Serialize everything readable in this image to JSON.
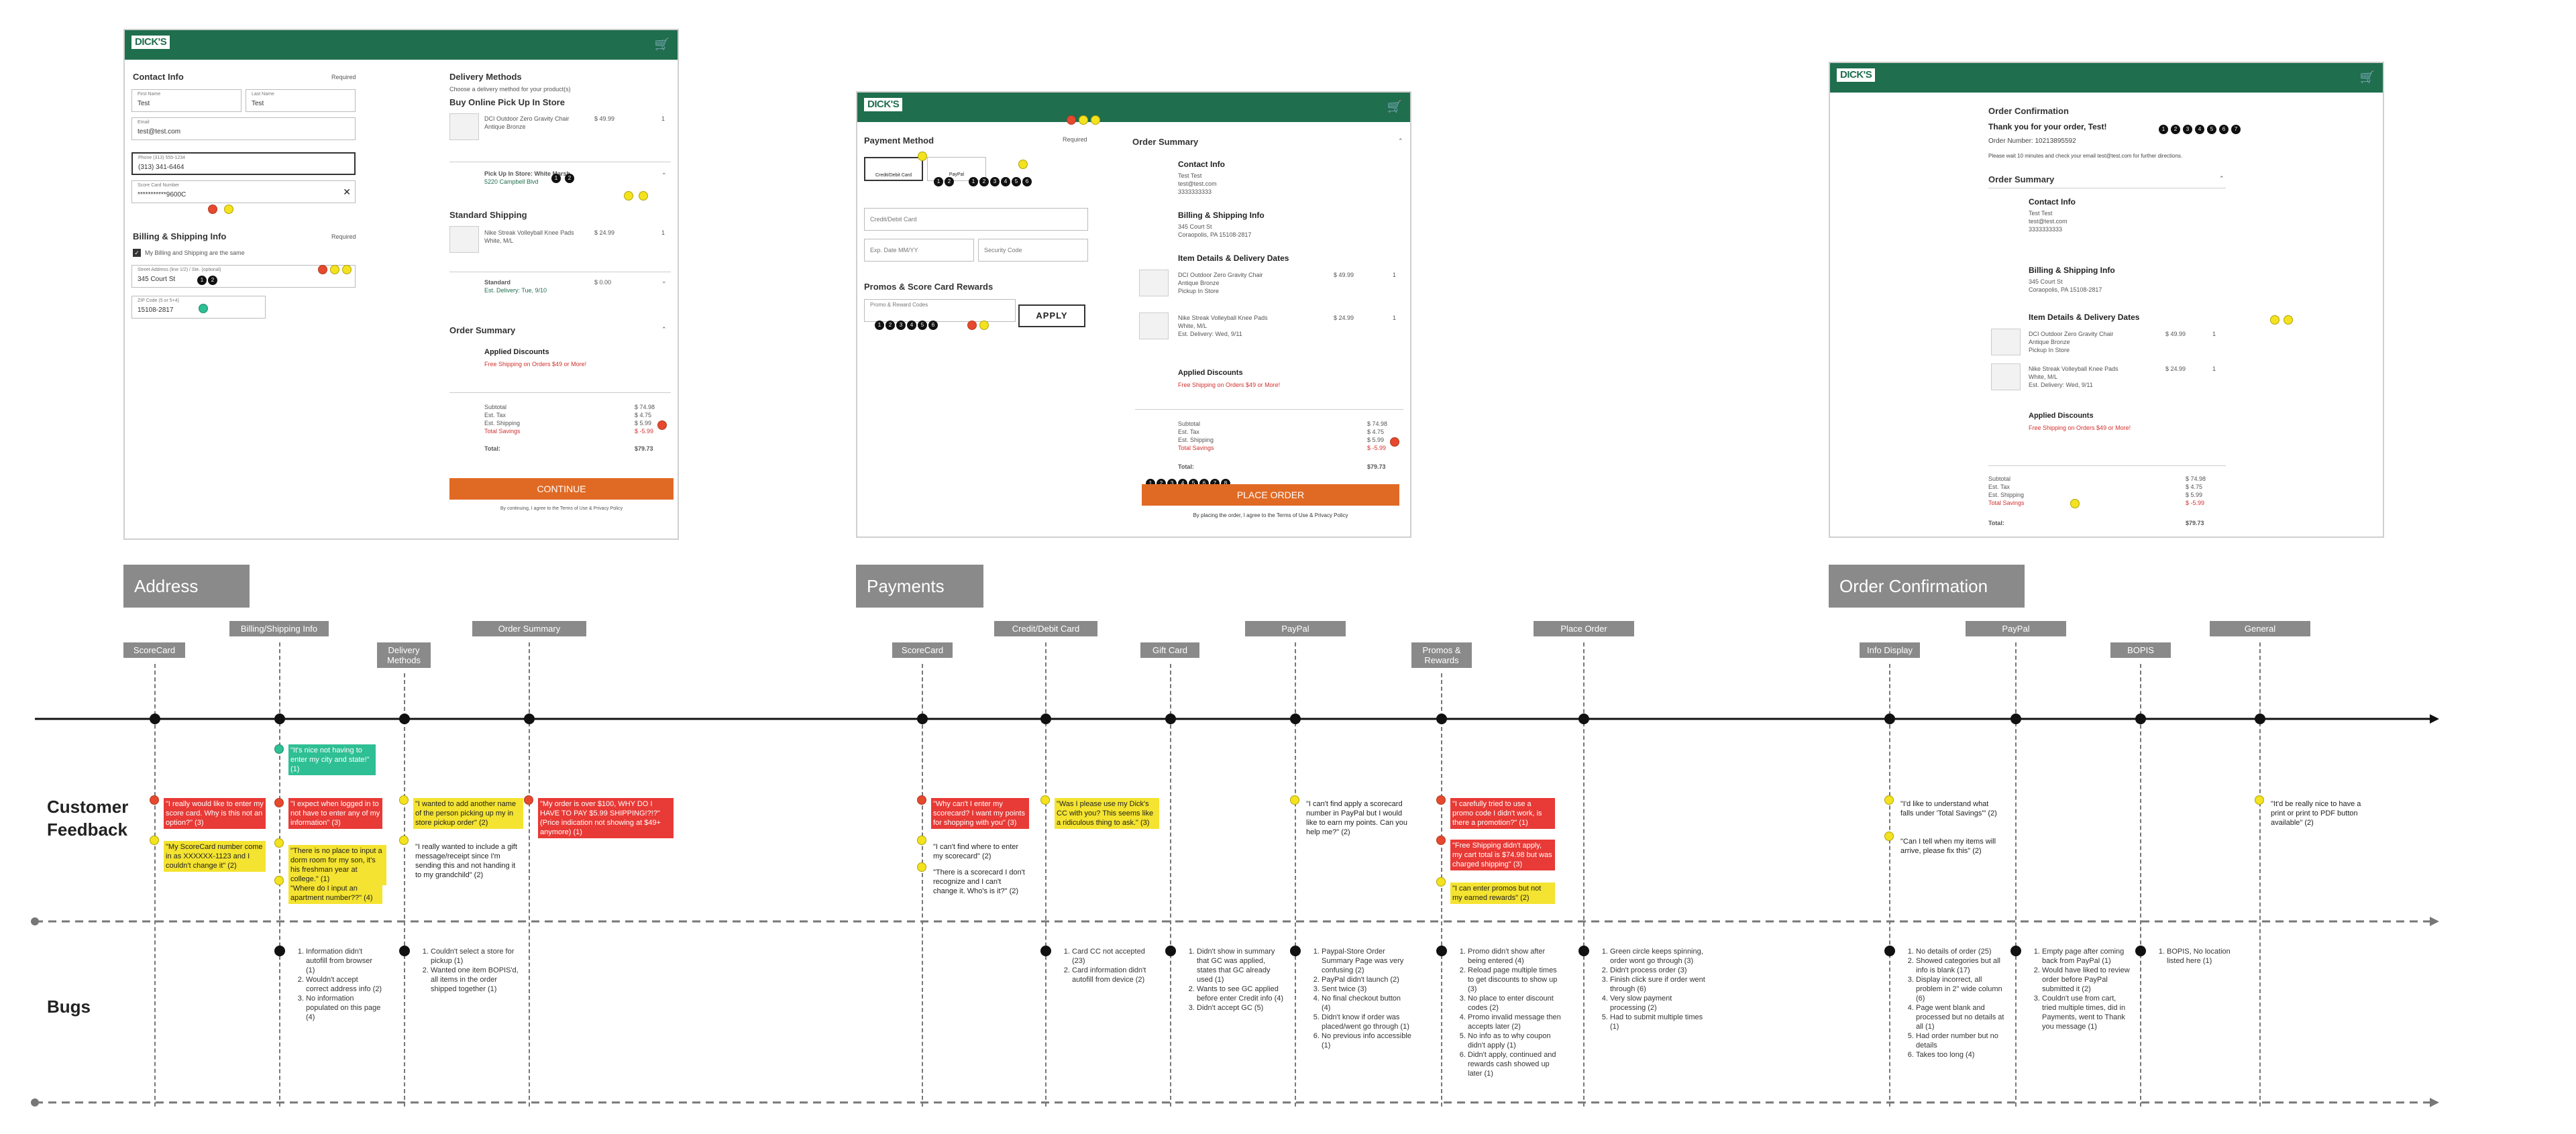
{
  "colors": {
    "brand": "#1f6e4e",
    "accent": "#e06a24",
    "fb_red": "#e83a36",
    "fb_yellow": "#f4e330",
    "fb_green": "#2fbf94"
  },
  "brand_logo": "DICK'S",
  "icons": {
    "cart": "cart-icon",
    "close": "close-icon",
    "chevron": "chevron-icon",
    "checkbox": "checkbox-icon"
  },
  "address_screen": {
    "contact_title": "Contact Info",
    "required": "Required",
    "first_label": "First Name",
    "first_value": "Test",
    "last_label": "Last Name",
    "last_value": "Test",
    "email_label": "Email",
    "email_value": "test@test.com",
    "phone_label": "Phone (313) 555-1234",
    "phone_value": "(313) 341-6464",
    "scorecard_label": "Score Card Number",
    "scorecard_value": "***********9600C",
    "billing_title": "Billing & Shipping Info",
    "billing_required": "Required",
    "same_label": "My Billing and Shipping are the same",
    "street_label": "Street Address (line 1/2) / Ste. (optional)",
    "street_value": "345 Court St",
    "zip_label": "ZIP Code (5 or 5+4)",
    "zip_value": "15108-2817",
    "delivery_title": "Delivery Methods",
    "delivery_sub": "Choose a delivery method for your product(s)",
    "bopis_title": "Buy Online Pick Up In Store",
    "item1_name": "DCI Outdoor Zero Gravity Chair",
    "item1_color": "Antique Bronze",
    "item1_price": "$ 49.99",
    "item1_qty": "1",
    "pickup_title": "Pick Up In Store: White Marsh",
    "pickup_addr": "5220 Campbell Blvd",
    "standard_title": "Standard Shipping",
    "item2_name": "Nike Streak Volleyball Knee Pads",
    "item2_color": "White, M/L",
    "item2_price": "$ 24.99",
    "item2_qty": "1",
    "std_label": "Standard",
    "std_price": "$ 0.00",
    "std_eta": "Est. Delivery: Tue, 9/10",
    "summary_title": "Order Summary",
    "applied_title": "Applied Discounts",
    "free_ship": "Free Shipping on Orders $49 or More!",
    "subtotal_l": "Subtotal",
    "subtotal_v": "$ 74.98",
    "tax_l": "Est. Tax",
    "tax_v": "$ 4.75",
    "ship_l": "Est. Shipping",
    "ship_v": "$ 5.99",
    "savings_l": "Total Savings",
    "savings_v": "$ -5.99",
    "total_l": "Total:",
    "total_v": "$79.73",
    "continue": "CONTINUE",
    "terms": "By continuing, I agree to the Terms of Use & Privacy Policy"
  },
  "payment_screen": {
    "title": "Payment Method",
    "required": "Required",
    "tab_card": "Credit/Debit Card",
    "tab_paypal": "PayPal",
    "card_label": "Credit/Debit Card",
    "exp_label": "Exp. Date MM/YY",
    "cvv_label": "Security Code",
    "promo_title": "Promos & Score Card Rewards",
    "promo_label": "Promo & Reward Codes",
    "apply": "APPLY",
    "summary_title": "Order Summary",
    "contact_title": "Contact Info",
    "contact_name": "Test Test",
    "contact_email": "test@test.com",
    "contact_phone": "3333333333",
    "billing_title": "Billing & Shipping Info",
    "billing_l1": "345 Court St",
    "billing_l2": "Coraopolis, PA 15108-2817",
    "items_title": "Item Details & Delivery Dates",
    "item1_name": "DCI Outdoor Zero Gravity Chair",
    "item1_color": "Antique Bronze",
    "item1_pickup": "Pickup In Store",
    "item1_price": "$ 49.99",
    "item1_qty": "1",
    "item2_name": "Nike Streak Volleyball Knee Pads",
    "item2_color": "White, M/L",
    "item2_eta": "Est. Delivery: Wed, 9/11",
    "item2_price": "$ 24.99",
    "item2_qty": "1",
    "applied_title": "Applied Discounts",
    "free_ship": "Free Shipping on Orders $49 or More!",
    "subtotal_l": "Subtotal",
    "subtotal_v": "$ 74.98",
    "tax_l": "Est. Tax",
    "tax_v": "$ 4.75",
    "ship_l": "Est. Shipping",
    "ship_v": "$ 5.99",
    "savings_l": "Total Savings",
    "savings_v": "$ -5.99",
    "total_l": "Total:",
    "total_v": "$79.73",
    "place_order": "PLACE ORDER",
    "terms": "By placing the order, I agree to the Terms of Use & Privacy Policy"
  },
  "confirm_screen": {
    "title": "Order Confirmation",
    "thanks": "Thank you for your order, Test!",
    "order_no": "Order Number: 10213895592",
    "wait": "Please wait 10 minutes and check your email test@test.com for further directions.",
    "summary_title": "Order Summary",
    "contact_title": "Contact Info",
    "contact_name": "Test Test",
    "contact_email": "test@test.com",
    "contact_phone": "3333333333",
    "billing_title": "Billing & Shipping Info",
    "billing_l1": "345 Court St",
    "billing_l2": "Coraopolis, PA 15108-2817",
    "items_title": "Item Details & Delivery Dates",
    "item1_name": "DCI Outdoor Zero Gravity Chair",
    "item1_color": "Antique Bronze",
    "item1_pickup": "Pickup In Store",
    "item1_price": "$ 49.99",
    "item1_qty": "1",
    "item2_name": "Nike Streak Volleyball Knee Pads",
    "item2_color": "White, M/L",
    "item2_eta": "Est. Delivery: Wed, 9/11",
    "item2_price": "$ 24.99",
    "item2_qty": "1",
    "applied_title": "Applied Discounts",
    "free_ship": "Free Shipping on Orders $49 or More!",
    "subtotal_l": "Subtotal",
    "subtotal_v": "$ 74.98",
    "tax_l": "Est. Tax",
    "tax_v": "$ 4.75",
    "ship_l": "Est. Shipping",
    "ship_v": "$ 5.99",
    "savings_l": "Total Savings",
    "savings_v": "$ -5.99",
    "total_l": "Total:",
    "total_v": "$79.73"
  },
  "sections": {
    "address": "Address",
    "payments": "Payments",
    "confirmation": "Order Confirmation"
  },
  "categories": {
    "scorecard1": "ScoreCard",
    "billing": "Billing/Shipping Info",
    "delivery": "Delivery Methods",
    "order_summary": "Order Summary",
    "scorecard2": "ScoreCard",
    "credit": "Credit/Debit Card",
    "gift": "Gift Card",
    "paypal1": "PayPal",
    "promos": "Promos & Rewards",
    "place_order": "Place Order",
    "info": "Info Display",
    "paypal2": "PayPal",
    "bopis": "BOPIS",
    "general": "General"
  },
  "row_labels": {
    "feedback": "Customer Feedback",
    "bugs": "Bugs"
  },
  "feedback": {
    "sc1_a": "\"I really would like to enter my score card. Why is this not an option?\" (3)",
    "sc1_b": "\"My ScoreCard number come in as XXXXXX-1123 and I couldn't change it\" (2)",
    "bill_a": "\"It's nice not having to enter my city and state!\" (1)",
    "bill_b": "\"I expect when logged in to not have to enter any of my information\" (3)",
    "bill_c": "\"There is no place to input a dorm room for my son, it's his freshman year at college.\" (1)",
    "bill_d": "\"Where do I input an apartment number??\" (4)",
    "deliv_a": "\"I wanted to add another name of the person picking up my in store pickup order\" (2)",
    "deliv_b": "\"I really wanted to include a gift message/receipt since I'm sending this and not handing it to my grandchild\" (2)",
    "os_a": "\"My order is over $100, WHY DO I HAVE TO PAY $5.99 SHIPPING!?!?\" (Price indication not showing at $49+ anymore) (1)",
    "sc2_a": "\"Why can't I enter my scorecard? I want my points for shopping with you\" (3)",
    "sc2_b": "\"I can't find where to enter my scorecard\" (2)",
    "sc2_c": "\"There is a scorecard I don't recognize and I can't change it. Who's is it?\" (2)",
    "credit_a": "\"Was I please use my Dick's CC with you? This seems like a ridiculous thing to ask.\" (3)",
    "paypal_a": "\"I can't find apply a scorecard number in PayPal but I would like to earn my points. Can you help me?\" (2)",
    "promo_a": "\"I carefully tried to use a promo code I didn't work, is there a promotion?\" (1)",
    "promo_b": "\"Free Shipping didn't apply, my cart total is $74.98 but was charged shipping\" (3)",
    "promo_c": "\"I can enter promos but not my earned rewards\" (2)",
    "info_a": "\"I'd like to understand what falls under 'Total Savings'\" (2)",
    "info_b": "\"Can I tell when my items will arrive, please fix this\" (2)",
    "general_a": "\"It'd be really nice to have a print or print to PDF button available\" (2)"
  },
  "bugs": {
    "bill": [
      "Information didn't autofill from browser (1)",
      "Wouldn't accept correct address info (2)",
      "No information populated on this page (4)"
    ],
    "deliv": [
      "Couldn't select a store for pickup (1)",
      "Wanted one item BOPIS'd, all items in the order shipped together (1)"
    ],
    "credit": [
      "Card CC not accepted (23)",
      "Card information didn't autofill from device (2)"
    ],
    "gift": [
      "Didn't show in summary that GC was applied, states that GC already used (1)",
      "Wants to see GC applied before enter Credit info (4)",
      "Didn't accept GC (5)"
    ],
    "paypal": [
      "Paypal-Store Order Summary Page was very confusing (2)",
      "PayPal didn't launch (2)",
      "Sent twice (3)",
      "No final checkout button (4)",
      "Didn't know if order was placed/went go through (1)",
      "No previous info accessible (1)"
    ],
    "promos": [
      "Promo didn't show after being entered (4)",
      "Reload page multiple times to get discounts to show up (3)",
      "No place to enter discount codes (2)",
      "Promo invalid message then accepts later (2)",
      "No info as to why coupon didn't apply (1)",
      "Didn't apply, continued and rewards cash showed up later (1)"
    ],
    "place": [
      "Green circle keeps spinning, order wont go through (3)",
      "Didn't process order (3)",
      "Finish click sure if order went through (6)",
      "Very slow payment processing (2)",
      "Had to submit multiple times (1)"
    ],
    "info": [
      "No details of order (25)",
      "Showed categories but all info is blank (17)",
      "Display incorrect, all problem in 2\" wide column (6)",
      "Page went blank and processed but no details at all (1)",
      "Had order number but no details",
      "Takes too long (4)"
    ],
    "paypal2": [
      "Empty page after coming back from PayPal (1)",
      "Would have liked to review order before PayPal submitted it (2)",
      "Couldn't use from cart, tried multiple times, did in Payments, went to Thank you message (1)"
    ],
    "bopis": [
      "BOPIS, No location listed here (1)"
    ]
  }
}
